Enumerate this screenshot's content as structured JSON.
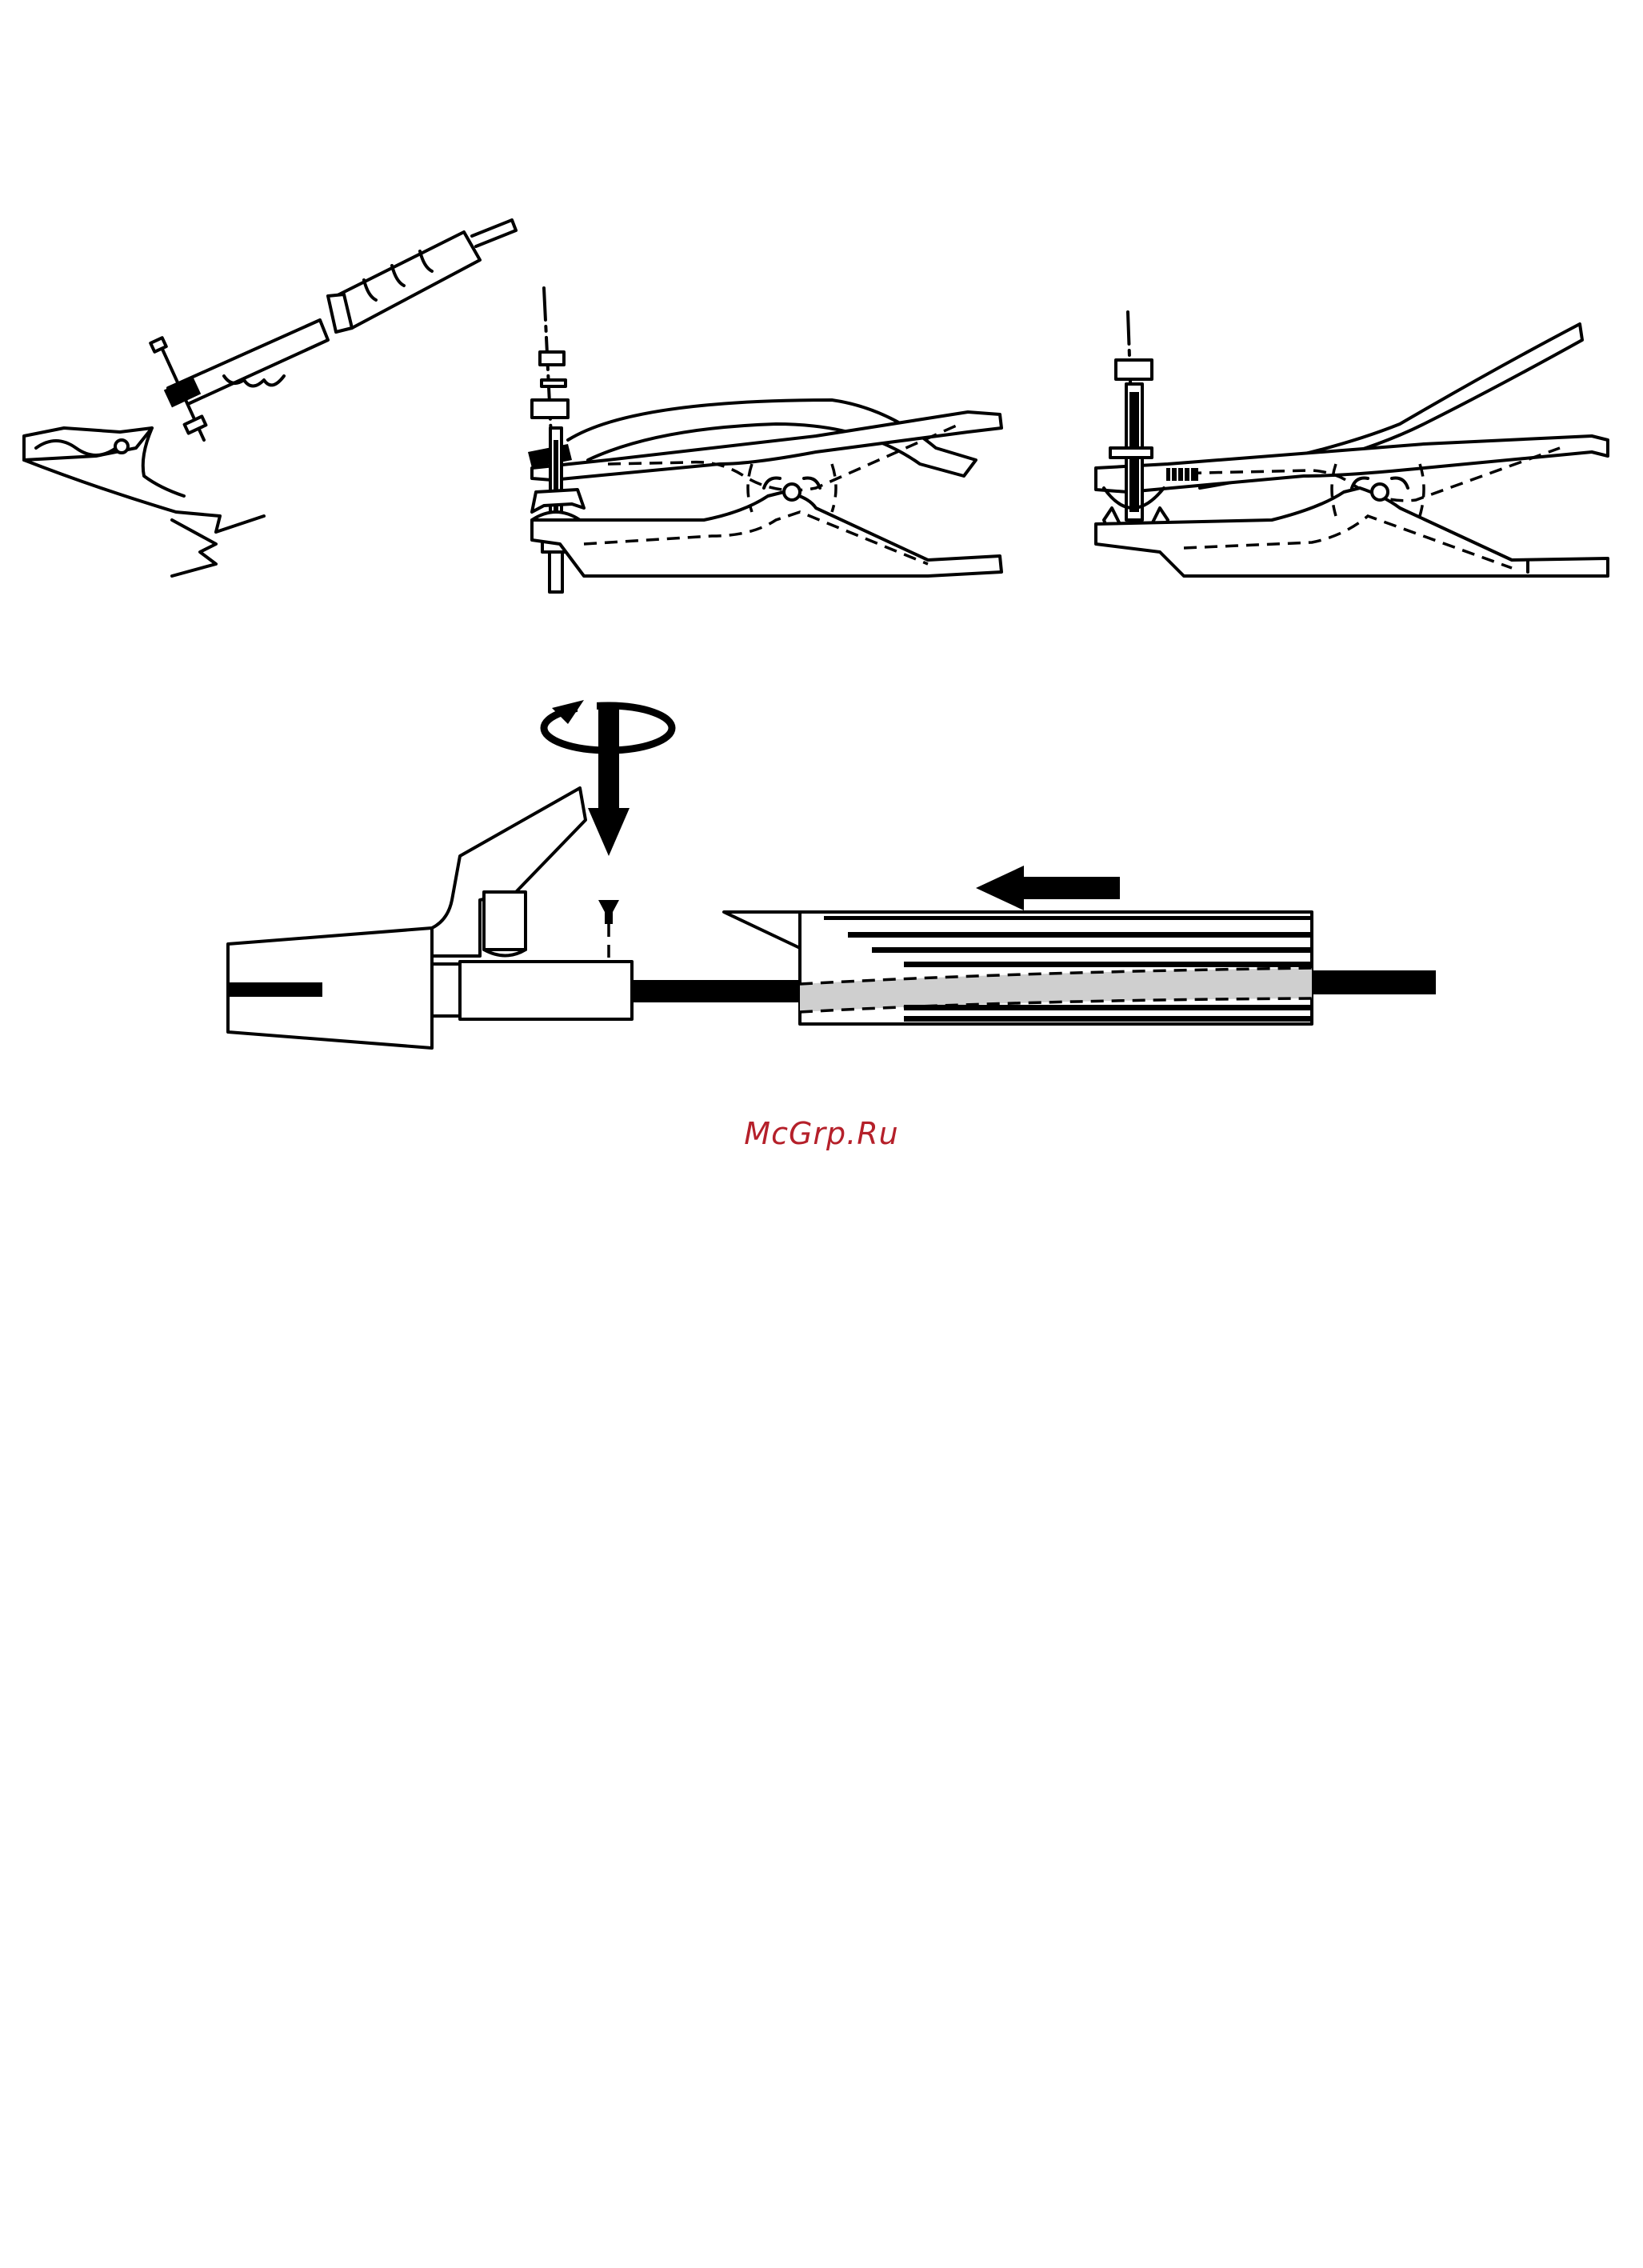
{
  "watermark": {
    "text": "McGrp.Ru",
    "color": "#b5202a"
  },
  "figures": [
    {
      "id": "clamp-side-view",
      "icon": "earth-clamp-with-cable-icon"
    },
    {
      "id": "clamp-exploded-view",
      "icon": "earth-clamp-exploded-assembly-icon"
    },
    {
      "id": "clamp-assembled-view",
      "icon": "earth-clamp-assembled-icon"
    },
    {
      "id": "electrode-holder-assembly",
      "icon": "electrode-holder-cable-assembly-icon"
    }
  ],
  "colors": {
    "line": "#000000",
    "background": "#ffffff",
    "insulation_shading": "#cfcfcf"
  }
}
